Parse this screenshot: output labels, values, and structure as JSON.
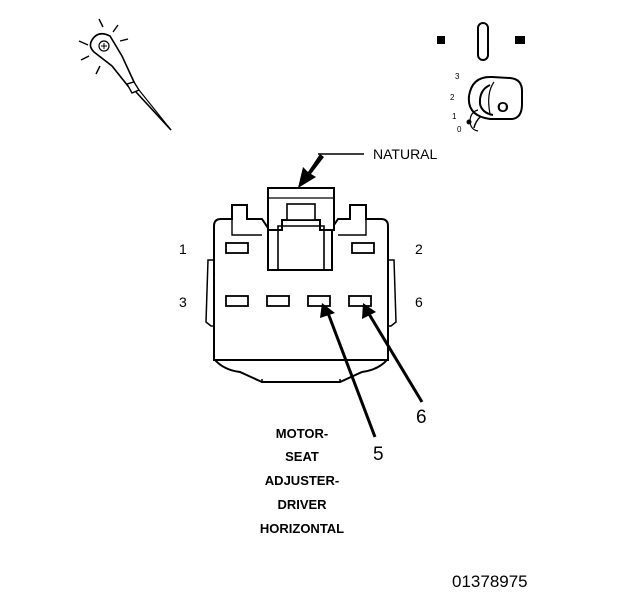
{
  "connector": {
    "pins": {
      "pin1": "1",
      "pin2": "2",
      "pin3": "3",
      "pin6": "6"
    },
    "color_label": "NATURAL",
    "callouts": {
      "c5": "5",
      "c6": "6"
    }
  },
  "caption_lines": [
    "MOTOR-",
    "SEAT",
    "ADJUSTER-",
    "DRIVER",
    "HORIZONTAL"
  ],
  "document_number": "01378975",
  "ignition_key": {
    "positions": [
      "3",
      "2",
      "1",
      "0"
    ],
    "key_letter": "O"
  },
  "icons": {
    "test_light": "test-light-probe-icon",
    "ignition": "ignition-switch-icon"
  }
}
